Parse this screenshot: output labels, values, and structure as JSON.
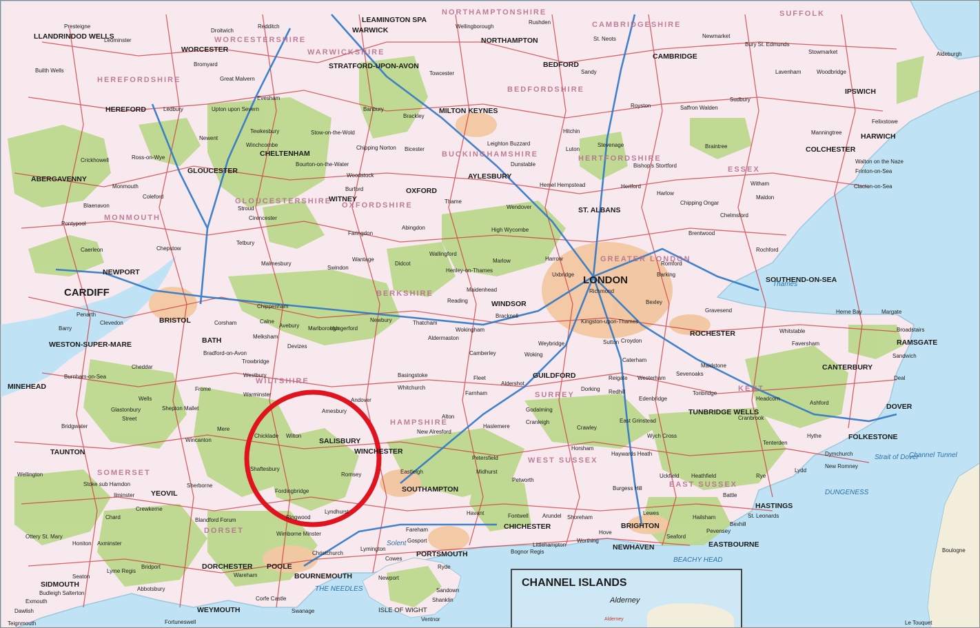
{
  "map": {
    "colors": {
      "sea": "#bfe3f4",
      "land": "#f7e9ee",
      "green": "#b9d88a",
      "urban": "#f2c7a1",
      "motorway": "#2d77c6",
      "road": "#d0323a",
      "highlight_circle": "#e0141e"
    },
    "labels": {
      "london": "LONDON",
      "cardiff": "CARDIFF",
      "salisbury": "SALISBURY",
      "winchester": "WINCHESTER",
      "southampton": "SOUTHAMPTON",
      "bournemouth": "BOURNEMOUTH",
      "poole": "POOLE",
      "portsmouth": "PORTSMOUTH",
      "chichester": "CHICHESTER",
      "brighton": "BRIGHTON",
      "newhaven": "NEWHAVEN",
      "eastbourne": "EASTBOURNE",
      "hastings": "HASTINGS",
      "folkestone": "FOLKESTONE",
      "dover": "DOVER",
      "canterbury": "CANTERBURY",
      "ramsgate": "RAMSGATE",
      "rochester": "ROCHESTER",
      "southend": "SOUTHEND-ON-SEA",
      "colchester": "COLCHESTER",
      "harwich": "HARWICH",
      "ipswich": "IPSWICH",
      "cambridge": "CAMBRIDGE",
      "northampton": "NORTHAMPTON",
      "bedford": "BEDFORD",
      "milton_keynes": "MILTON KEYNES",
      "aylesbury": "AYLESBURY",
      "st_albans": "ST. ALBANS",
      "oxford": "OXFORD",
      "witney": "WITNEY",
      "windsor": "WINDSOR",
      "guildford": "GUILDFORD",
      "tunbridge_wells": "TUNBRIDGE WELLS",
      "cheltenham": "CHELTENHAM",
      "gloucester": "GLOUCESTER",
      "worcester": "WORCESTER",
      "hereford": "HEREFORD",
      "stratford": "STRATFORD-UPON-AVON",
      "warwick": "WARWICK",
      "leamington": "LEAMINGTON SPA",
      "llandrindod": "LLANDRINDOD WELLS",
      "abergavenny": "ABERGAVENNY",
      "newport": "NEWPORT",
      "bristol": "BRISTOL",
      "bath": "BATH",
      "weston": "WESTON-SUPER-MARE",
      "minehead": "MINEHEAD",
      "taunton": "TAUNTON",
      "yeovil": "YEOVIL",
      "dorchester": "DORCHESTER",
      "weymouth": "WEYMOUTH",
      "sidmouth": "SIDMOUTH",
      "isle_of_wight": "ISLE OF WIGHT",
      "channel_islands": "CHANNEL ISLANDS",
      "alderney": "Alderney"
    },
    "towns": [
      "Presteigne",
      "Leominster",
      "Droitwich",
      "Redditch",
      "Wellingborough",
      "Rushden",
      "St. Neots",
      "Newmarket",
      "Bury St. Edmunds",
      "Stowmarket",
      "Aldeburgh",
      "Builth Wells",
      "Bromyard",
      "Great Malvern",
      "Evesham",
      "Banbury",
      "Brackley",
      "Towcester",
      "Sandy",
      "Lavenham",
      "Woodbridge",
      "Felixstowe",
      "Ledbury",
      "Upton upon Severn",
      "Tewkesbury",
      "Stow-on-the-Wold",
      "Chipping Norton",
      "Bicester",
      "Leighton Buzzard",
      "Luton",
      "Hitchin",
      "Stevenage",
      "Royston",
      "Saffron Walden",
      "Sudbury",
      "Manningtree",
      "Newent",
      "Winchcombe",
      "Woodstock",
      "Dunstable",
      "Hertford",
      "Bishop's Stortford",
      "Braintree",
      "Walton on the Naze",
      "Frinton-on-Sea",
      "Clacton-on-Sea",
      "Crickhowell",
      "Ross-on-Wye",
      "Bourton-on-the-Water",
      "Burford",
      "Thame",
      "Hemel Hempstead",
      "Harlow",
      "Witham",
      "Maldon",
      "Monmouth",
      "Coleford",
      "Stroud",
      "Cirencester",
      "Wendover",
      "High Wycombe",
      "Chipping Ongar",
      "Chelmsford",
      "Blaenavon",
      "Abingdon",
      "Faringdon",
      "Brentwood",
      "Pontypool",
      "Tetbury",
      "Chepstow",
      "Wantage",
      "Didcot",
      "Wallingford",
      "Marlow",
      "Henley-on-Thames",
      "Harrow",
      "Romford",
      "Caerleon",
      "Malmesbury",
      "Swindon",
      "Maidenhead",
      "Reading",
      "Uxbridge",
      "Barking",
      "Rochford",
      "Penarth",
      "Barry",
      "Chippenham",
      "Calne",
      "Avebury",
      "Marlborough",
      "Hungerford",
      "Newbury",
      "Thatcham",
      "Bracknell",
      "Richmond",
      "Kingston-upon-Thames",
      "Croydon",
      "Bexley",
      "Gravesend",
      "Whitstable",
      "Herne Bay",
      "Margate",
      "Broadstairs",
      "Sandwich",
      "Faversham",
      "Clevedon",
      "Corsham",
      "Melksham",
      "Devizes",
      "Aldermaston",
      "Wokingham",
      "Camberley",
      "Woking",
      "Weybridge",
      "Sutton",
      "Caterham",
      "Sevenoaks",
      "Maidstone",
      "Cheddar",
      "Bradford-on-Avon",
      "Trowbridge",
      "Westbury",
      "Basingstoke",
      "Fleet",
      "Farnham",
      "Aldershot",
      "Dorking",
      "Reigate",
      "Redhill",
      "Westerham",
      "Edenbridge",
      "Tonbridge",
      "Headcorn",
      "Ashford",
      "Deal",
      "Burnham-on-Sea",
      "Wells",
      "Shepton Mallet",
      "Frome",
      "Warminster",
      "Andover",
      "Whitchurch",
      "Alton",
      "Godalming",
      "Cranleigh",
      "Crawley",
      "East Grinstead",
      "Cranbrook",
      "Tenterden",
      "Bridgwater",
      "Glastonbury",
      "Street",
      "Wincanton",
      "Mere",
      "Amesbury",
      "Chicklade",
      "Wilton",
      "New Alresford",
      "Haslemere",
      "Horsham",
      "Wych Cross",
      "Hythe",
      "Shaftesbury",
      "Sherborne",
      "Romsey",
      "Eastleigh",
      "Petersfield",
      "Midhurst",
      "Petworth",
      "Haywards Heath",
      "Uckfield",
      "Heathfield",
      "Rye",
      "Dymchurch",
      "New Romney",
      "Lydd",
      "Wellington",
      "Stoke sub Hamdon",
      "Ilminster",
      "Fordingbridge",
      "Burgess Hill",
      "Battle",
      "Chard",
      "Crewkerne",
      "Blandford Forum",
      "Ringwood",
      "Lyndhurst",
      "Havant",
      "Fontwell",
      "Arundel",
      "Shoreham",
      "Hove",
      "Lewes",
      "Hailsham",
      "Bexhill",
      "St. Leonards",
      "Ottery St. Mary",
      "Honiton",
      "Axminster",
      "Lyme Regis",
      "Bridport",
      "Wareham",
      "Wimborne Minster",
      "Christchurch",
      "Lymington",
      "Cowes",
      "Ryde",
      "Newport",
      "Sandown",
      "Shanklin",
      "Ventnor",
      "Fareham",
      "Gosport",
      "Bognor Regis",
      "Littlehampton",
      "Worthing",
      "Seaford",
      "Pevensey",
      "Exmouth",
      "Budleigh Salterton",
      "Seaton",
      "Abbotsbury",
      "Swanage",
      "Corfe Castle",
      "Dawlish",
      "Teignmouth",
      "Fortuneswell",
      "Boulogne",
      "Le Touquet"
    ],
    "counties": [
      "WORCESTERSHIRE",
      "HEREFORDSHIRE",
      "GLOUCESTERSHIRE",
      "OXFORDSHIRE",
      "BUCKINGHAMSHIRE",
      "BEDFORDSHIRE",
      "HERTFORDSHIRE",
      "CAMBRIDGESHIRE",
      "ESSEX",
      "BERKSHIRE",
      "WILTSHIRE",
      "HAMPSHIRE",
      "SURREY",
      "KENT",
      "WEST SUSSEX",
      "EAST SUSSEX",
      "SOMERSET",
      "DORSET",
      "MONMOUTH",
      "WARWICKSHIRE",
      "NORTHAMPTONSHIRE",
      "SUFFOLK",
      "GREATER LONDON"
    ],
    "water": [
      "Thames",
      "Solent",
      "THE NEEDLES",
      "Strait of Dover",
      "Channel Tunnel",
      "DUNGENESS",
      "BEACHY HEAD"
    ]
  }
}
